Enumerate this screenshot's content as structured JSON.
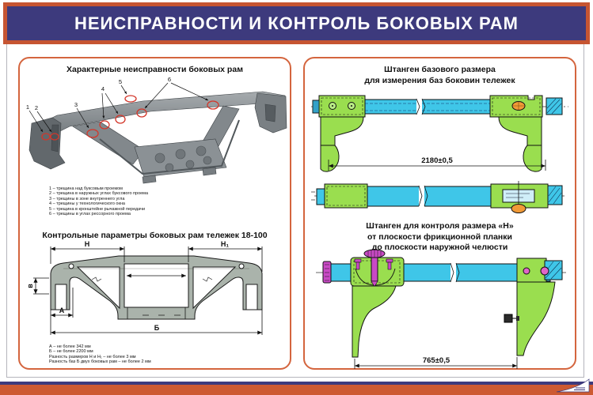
{
  "header": {
    "title": "НЕИСПРАВНОСТИ И КОНТРОЛЬ БОКОВЫХ РАМ"
  },
  "colors": {
    "header_bg": "#3d3a7d",
    "frame_orange": "#c65532",
    "panel_border": "#d4653e",
    "bar_cyan": "#3fc6e8",
    "part_green": "#9ade4f",
    "knob_orange": "#f19a37",
    "knob_magenta": "#c94ac5",
    "crack_marker_red": "#d3362a",
    "footer_bar_orange": "#cd5a32"
  },
  "left_panel": {
    "faults": {
      "title": "Характерные неисправности боковых рам",
      "callouts": [
        "1",
        "2",
        "3",
        "4",
        "5",
        "6"
      ],
      "legend": [
        "1 – трещина над буксовым проемом",
        "2 – трещина в наружных углах буксового проема",
        "3 – трещины в зоне внутреннего угла",
        "4 – трещины у технологического окна",
        "5 – трещина в кронштейне рычажной передачи",
        "6 – трещины в углах рессорного проема"
      ]
    },
    "parameters": {
      "title": "Контрольные параметры боковых рам тележек 18-100",
      "labels": {
        "h": "Н",
        "h1": "Н₁",
        "v": "в",
        "a": "А",
        "b": "Б"
      },
      "legend": [
        "А – не более 342 мм",
        "Б – не более 2200 мм",
        "Разность размеров Н и Н₁ – не более 3 мм",
        "Разность баз Б двух боковых рам – не более 2 мм"
      ]
    }
  },
  "right_panel": {
    "gauge_base": {
      "title": [
        "Штанген базового размера",
        "для измерения баз боковин тележек"
      ],
      "dimension": "2180±0,5"
    },
    "gauge_h": {
      "title": [
        "Штанген для контроля размера «Н»",
        "от плоскости фрикционной планки",
        "до плоскости наружной челюсти"
      ],
      "dimension": "765±0,5"
    }
  }
}
